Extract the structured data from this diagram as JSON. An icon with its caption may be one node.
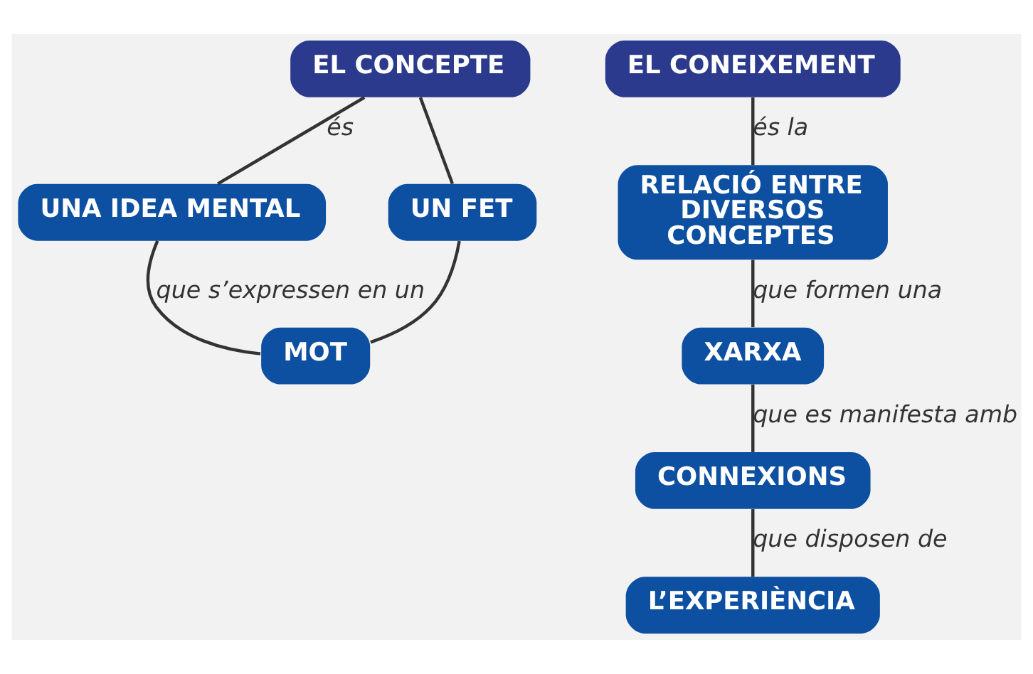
{
  "diagram": {
    "nodes": [
      {
        "text": [
          "EL CONCEPTE"
        ]
      },
      {
        "text": [
          "UNA IDEA MENTAL"
        ]
      },
      {
        "text": [
          "UN FET"
        ]
      },
      {
        "text": [
          "MOT"
        ]
      },
      {
        "text": [
          "EL CONEIXEMENT"
        ]
      },
      {
        "text": [
          "RELACIÓ ENTRE DIVERSOS CONCEPTES"
        ]
      },
      {
        "text": [
          "XARXA"
        ]
      },
      {
        "text": [
          "CONNEXIONS"
        ]
      },
      {
        "text": [
          "L’EXPERIÈNCIA"
        ]
      }
    ],
    "edges": [
      {
        "from": 0,
        "to": 1,
        "arrow": "none",
        "label": "és"
      },
      {
        "from": 0,
        "to": 2,
        "arrow": "none"
      },
      {
        "from": 1,
        "to": 3,
        "arrow": "none",
        "label": "que s’expressen en un"
      },
      {
        "from": 2,
        "to": 3,
        "arrow": "none"
      },
      {
        "from": 4,
        "to": 5,
        "arrow": "none",
        "label": "és la"
      },
      {
        "from": 5,
        "to": 6,
        "arrow": "none",
        "label": "que formen una"
      },
      {
        "from": 6,
        "to": 7,
        "arrow": "none",
        "label": "que es manifesta amb"
      },
      {
        "from": 7,
        "to": 8,
        "arrow": "none",
        "label": "que disposen de"
      }
    ]
  }
}
